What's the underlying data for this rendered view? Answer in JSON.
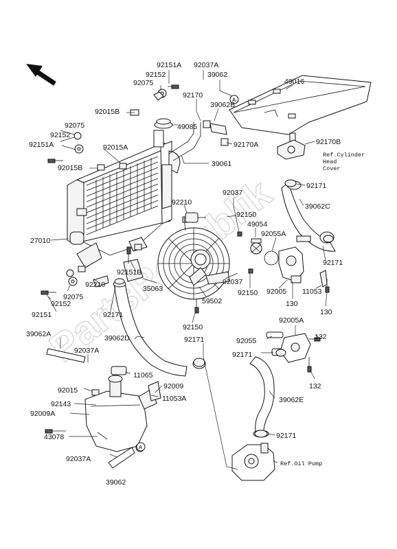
{
  "watermark": "PartsRepublik",
  "labels": {
    "p92151A_top": "92151A",
    "p92037A_top": "92037A",
    "p92152_top": "92152",
    "p39062_top": "39062",
    "p49016": "49016",
    "p92075_top": "92075",
    "p92170": "92170",
    "p39062B": "39062B",
    "p92015B_top": "92015B",
    "p49085": "49085",
    "p92170A": "92170A",
    "p92170B": "92170B",
    "p92075_l": "92075",
    "p92152_l": "92152",
    "p92151A_l": "92151A",
    "p92015A": "92015A",
    "p92015B_l": "92015B",
    "p39061": "39061",
    "p92171_r1": "92171",
    "p92037_r": "92037",
    "p39062C": "39062C",
    "p92210_top": "92210",
    "p92150_top": "92150",
    "p49054": "49054",
    "p27010": "27010",
    "p92055A": "92055A",
    "p92151B": "92151B",
    "p92171_r2": "92171",
    "p92210_b": "92210",
    "p92075_b": "92075",
    "p35063": "35063",
    "p92037_b": "92037",
    "p92005": "92005",
    "p11053": "11053",
    "p92152_b": "92152",
    "p59502": "59502",
    "p92150_m": "92150",
    "p130_a": "130",
    "p130_b": "130",
    "p92151": "92151",
    "p92171_c": "92171",
    "p92150_b": "92150",
    "p92005A": "92005A",
    "p39062A": "39062A",
    "p39062D": "39062D",
    "p92171_m": "92171",
    "p92055": "92055",
    "p132_a": "132",
    "p92037A_m": "92037A",
    "p92171_x": "92171",
    "p11065": "11065",
    "p132_b": "132",
    "p92015": "92015",
    "p92009": "92009",
    "p92143": "92143",
    "p11053A": "11053A",
    "p92009A": "92009A",
    "p39062E": "39062E",
    "p43078": "43078",
    "p92171_low": "92171",
    "p92037A_b": "92037A",
    "p39062_b": "39062"
  },
  "refs": {
    "cylinder_head_1": "Ref.Cylinder",
    "cylinder_head_2": "Head",
    "cylinder_head_3": "Cover",
    "oil_pump": "Ref.Oil Pump",
    "marker_a": "A"
  }
}
